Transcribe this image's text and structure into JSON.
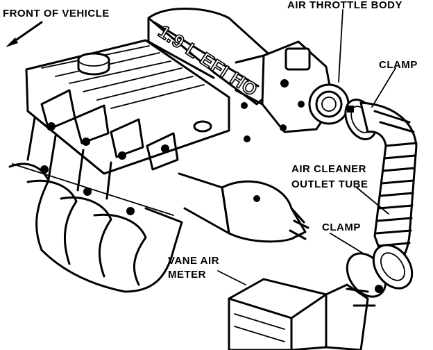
{
  "labels": {
    "front_of_vehicle": "FRONT OF VEHICLE",
    "air_throttle_body": "AIR THROTTLE BODY",
    "clamp_upper": "CLAMP",
    "air_cleaner_outlet_tube_line1": "AIR CLEANER",
    "air_cleaner_outlet_tube_line2": "OUTLET TUBE",
    "clamp_lower": "CLAMP",
    "vane_air_meter_line1": "VANE AIR",
    "vane_air_meter_line2": "METER",
    "engine_emblem": "1.9 L EFI HO"
  }
}
